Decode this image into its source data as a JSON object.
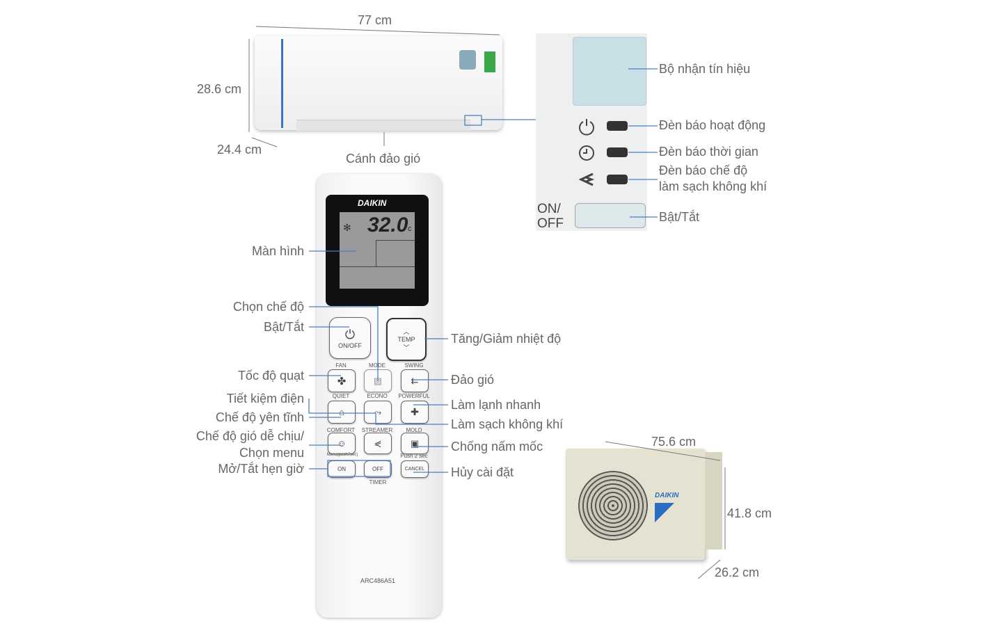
{
  "indoor_unit": {
    "width": "77 cm",
    "height": "28.6 cm",
    "depth": "24.4 cm",
    "louver_label": "Cánh đảo gió"
  },
  "display_panel": {
    "receiver": "Bộ nhận tín hiệu",
    "operation_lamp": "Đèn báo hoạt động",
    "timer_lamp": "Đèn báo thời gian",
    "streamer_lamp_line1": "Đèn báo chế độ",
    "streamer_lamp_line2": "làm sạch không khí",
    "onoff_label_line1": "ON/",
    "onoff_label_line2": "OFF",
    "onoff": "Bật/Tắt"
  },
  "remote": {
    "brand": "DAIKIN",
    "lcd_temp": "32.0",
    "lcd_unit": "c",
    "model": "ARC486A51",
    "buttons": {
      "onoff": "ON/OFF",
      "temp": "TEMP",
      "fan": "FAN",
      "mode": "MODE",
      "swing": "SWING",
      "quiet": "QUIET",
      "econo": "ECONO",
      "powerful": "POWERFUL",
      "comfort": "COMFORT",
      "streamer": "STREAMER",
      "mold": "MOLD",
      "menu_hint": "Menu(push7sec)",
      "push_hint": "Push 2 sec",
      "on": "ON",
      "off": "OFF",
      "cancel": "CANCEL",
      "timer": "TIMER"
    },
    "left_labels": {
      "screen": "Màn hình",
      "mode": "Chọn chế độ",
      "power": "Bật/Tắt",
      "fan": "Tốc độ quạt",
      "econo": "Tiết kiệm điện",
      "quiet": "Chế độ yên tĩnh",
      "comfort_line1": "Chế độ gió dễ chịu/",
      "comfort_line2": "Chọn menu",
      "timer": "Mở/Tắt hẹn giờ"
    },
    "right_labels": {
      "temp": "Tăng/Giảm nhiệt độ",
      "swing": "Đảo gió",
      "powerful": "Làm lạnh nhanh",
      "streamer": "Làm sạch không khí",
      "mold": "Chống nấm mốc",
      "cancel": "Hủy cài đặt"
    }
  },
  "outdoor_unit": {
    "width": "75.6 cm",
    "height": "41.8 cm",
    "depth": "26.2 cm",
    "brand": "DAIKIN"
  },
  "colors": {
    "callout_line": "#4a7fc0",
    "receiver": "#c9dfe6",
    "outdoor_body": "#e6e2d2"
  }
}
